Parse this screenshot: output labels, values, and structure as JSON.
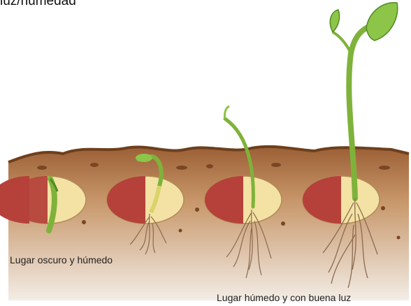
{
  "header": {
    "text": "luz/humedad"
  },
  "captions": {
    "left": "Lugar oscuro y húmedo",
    "right": "Lugar húmedo y con buena luz"
  },
  "colors": {
    "soil": "#a46a3e",
    "soil_dark": "#6e3f1d",
    "soil_light": "#d9b89a",
    "seed_red": "#b5413a",
    "seed_cream": "#f3e2a4",
    "stem_green": "#7fb23a",
    "leaf_green": "#8cc548",
    "root": "#8a6a50"
  }
}
